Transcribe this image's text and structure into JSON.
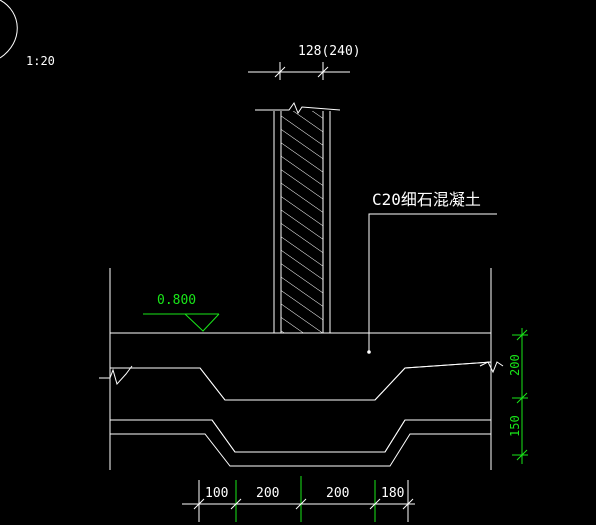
{
  "drawing": {
    "scale_label": "1:20",
    "wall_thickness_label": "128(240)",
    "material_callout": "C20细石混凝土",
    "elevation_label": "0.800",
    "vertical_dims": [
      "200",
      "150"
    ],
    "horizontal_dims": [
      "100",
      "200",
      "200",
      "180"
    ],
    "colors": {
      "background": "#000000",
      "linework": "#ffffff",
      "annotation": "#19e619"
    }
  }
}
